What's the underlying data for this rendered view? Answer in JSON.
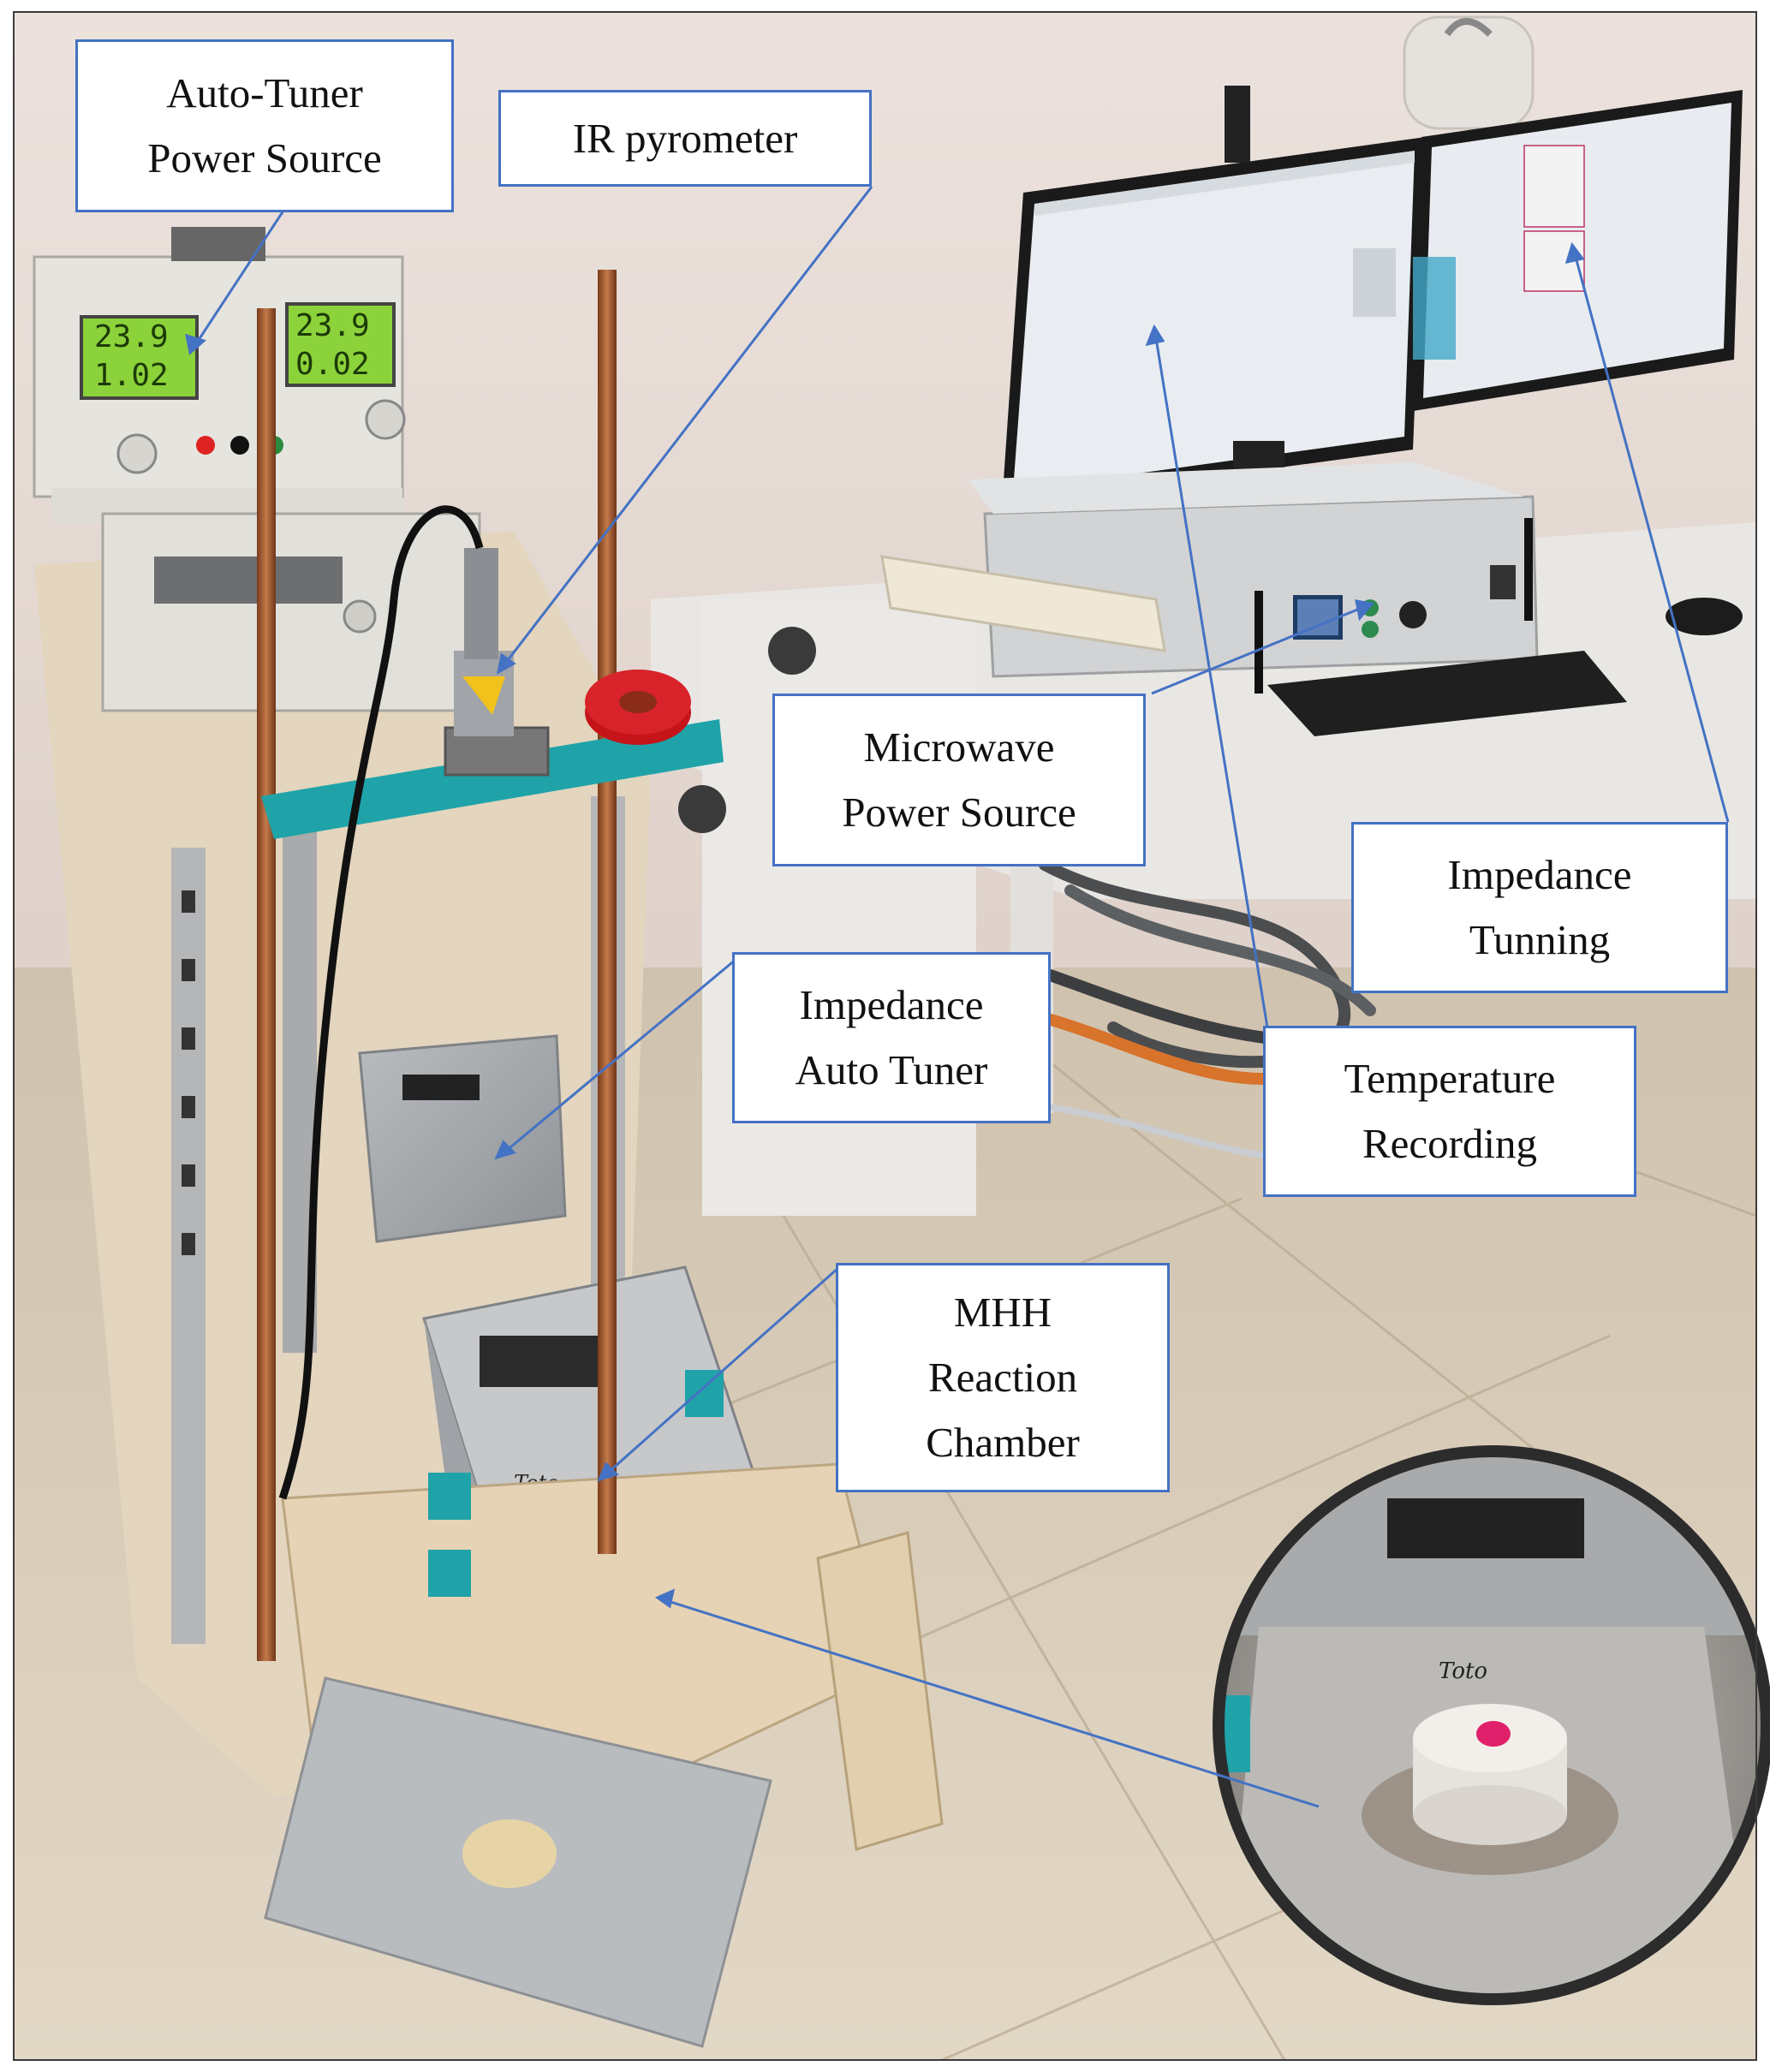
{
  "labels": {
    "auto_tuner_power_source": [
      "Auto-Tuner",
      "Power Source"
    ],
    "ir_pyrometer": [
      "IR pyrometer"
    ],
    "microwave_power_source": [
      "Microwave",
      "Power Source"
    ],
    "impedance_tunning": [
      "Impedance",
      "Tunning"
    ],
    "impedance_auto_tuner": [
      "Impedance",
      "Auto Tuner"
    ],
    "temperature_recording": [
      "Temperature",
      "Recording"
    ],
    "mhh_reaction_chamber": [
      "MHH",
      "Reaction",
      "Chamber"
    ]
  },
  "displays": {
    "psu_left_top": "23.9",
    "psu_left_bottom": "1.02",
    "psu_right_top": "23.9",
    "psu_right_bottom": "0.02"
  },
  "chamber_marking": "Toto",
  "colors": {
    "label_border": "#4472c4",
    "arrow": "#4472c4",
    "wall": "#e8dcd6",
    "floor": "#d9cbb8",
    "desk": "#eeecea",
    "turquoise_bracket": "#1fa3a8",
    "red_ring": "#d0191c",
    "sample_glow": "#e0206a"
  }
}
